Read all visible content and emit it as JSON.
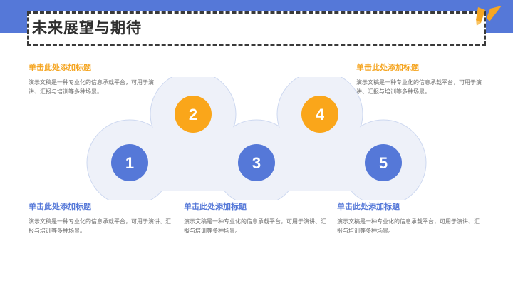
{
  "slide": {
    "title": "未来展望与期待",
    "background_color": "#ffffff",
    "band_color": "#5578d8",
    "title_border_color": "#3a3a3a",
    "decoration_icon": "pencil-icon",
    "decoration_color": "#f5a623"
  },
  "text_blocks": [
    {
      "id": "top-left",
      "heading": "单击此处添加标题",
      "heading_color": "#f5a623",
      "body": "演示文稿是一种专业化的信息承载平台，可用于演讲、汇报与培训等多种场景。"
    },
    {
      "id": "top-right",
      "heading": "单击此处添加标题",
      "heading_color": "#f5a623",
      "body": "演示文稿是一种专业化的信息承载平台，可用于演讲、汇报与培训等多种场景。"
    },
    {
      "id": "bottom-left",
      "heading": "单击此处添加标题",
      "heading_color": "#5578d8",
      "body": "演示文稿是一种专业化的信息承载平台，可用于演讲、汇报与培训等多种场景。"
    },
    {
      "id": "bottom-center",
      "heading": "单击此处添加标题",
      "heading_color": "#5578d8",
      "body": "演示文稿是一种专业化的信息承载平台，可用于演讲、汇报与培训等多种场景。"
    },
    {
      "id": "bottom-right",
      "heading": "单击此处添加标题",
      "heading_color": "#5578d8",
      "body": "演示文稿是一种专业化的信息承载平台，可用于演讲、汇报与培训等多种场景。"
    }
  ],
  "diagram": {
    "blob_fill": "#eef1f9",
    "blob_stroke": "#cdd8f0",
    "nodes": [
      {
        "label": "1",
        "color": "#5578d8",
        "row": "lower"
      },
      {
        "label": "2",
        "color": "#faa61a",
        "row": "upper"
      },
      {
        "label": "3",
        "color": "#5578d8",
        "row": "lower"
      },
      {
        "label": "4",
        "color": "#faa61a",
        "row": "upper"
      },
      {
        "label": "5",
        "color": "#5578d8",
        "row": "lower"
      }
    ]
  }
}
